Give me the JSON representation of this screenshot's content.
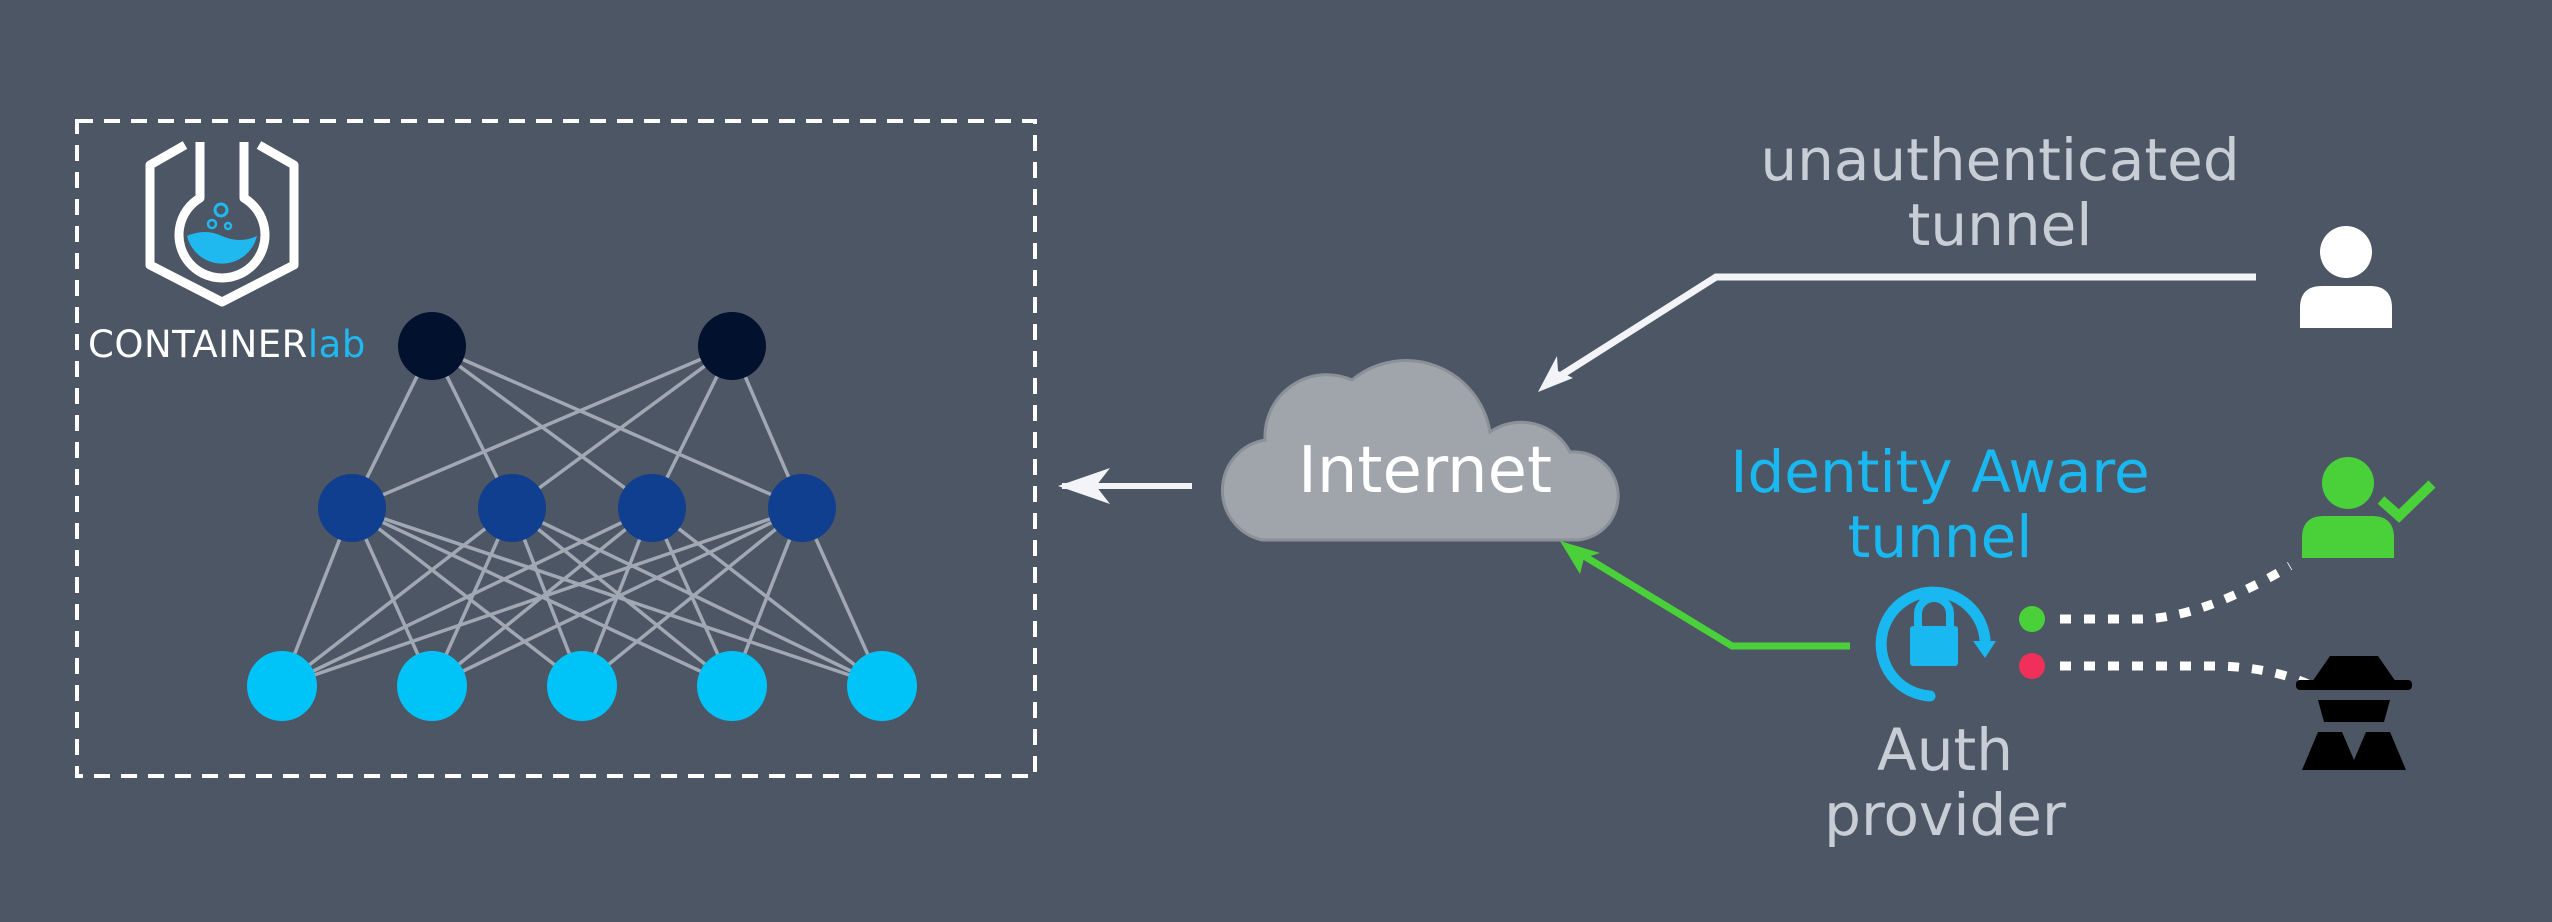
{
  "logo": {
    "word_main": "CONTAINER",
    "word_accent": "lab"
  },
  "cloud_label": "Internet",
  "unauthenticated_label": {
    "line1": "unauthenticated",
    "line2": "tunnel"
  },
  "identity_aware_label": {
    "line1": "Identity Aware",
    "line2": "tunnel"
  },
  "auth_label": {
    "line1": "Auth",
    "line2": "provider"
  },
  "colors": {
    "background": "#4d5665",
    "top_node": "#02112e",
    "mid_node": "#0f3f8e",
    "leaf_node": "#00c3f8",
    "link": "#a0a8b4",
    "cloud_fill": "#a0a4ab",
    "accent_blue": "#1ab8f0",
    "green": "#4ad13a",
    "red": "#f0305a",
    "white_line": "#f2f4f7"
  },
  "topology": {
    "layers": [
      {
        "role": "spine",
        "count": 2
      },
      {
        "role": "leaf",
        "count": 4
      },
      {
        "role": "endpoint",
        "count": 5
      }
    ]
  },
  "icons": {
    "logo": "containerlab-flask-icon",
    "user": "user-icon",
    "verified_user": "user-check-icon",
    "attacker": "spy-icon",
    "auth": "lock-refresh-icon"
  }
}
